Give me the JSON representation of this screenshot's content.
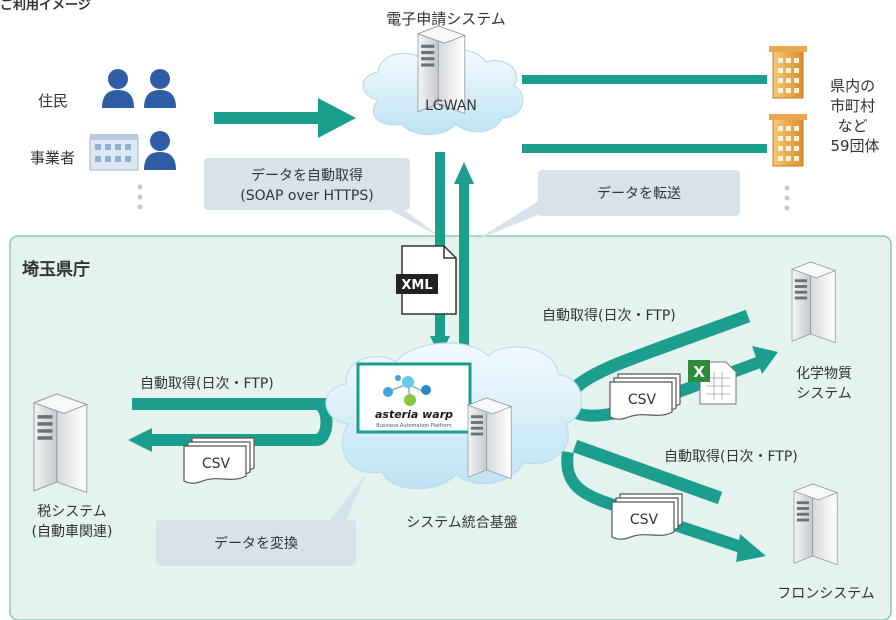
{
  "header": {
    "title": "ご利用イメージ"
  },
  "labels": {
    "e_application": "電子申請システム",
    "lgwan": "LGWAN",
    "residents": "住民",
    "businesses": "事業者",
    "municipalities": [
      "県内の",
      "市町村",
      "など",
      "59団体"
    ],
    "fetch_data": [
      "データを自動取得",
      "(SOAP over HTTPS)"
    ],
    "transfer_data": "データを転送",
    "prefecture": "埼玉県庁",
    "xml": "XML",
    "auto_ftp_left": "自動取得(日次・FTP)",
    "auto_ftp_chem": "自動取得(日次・FTP)",
    "auto_ftp_freon": "自動取得(日次・FTP)",
    "csv": "CSV",
    "tax_system": [
      "税システム",
      "(自動車関連)"
    ],
    "integration": "システム統合基盤",
    "convert_data": "データを変換",
    "chemical_system": [
      "化学物質",
      "システム"
    ],
    "freon_system": "フロンシステム",
    "asteria_logo": "asteria warp",
    "asteria_tagline": "Business Automation Platform",
    "excel_glyph": "X"
  },
  "colors": {
    "teal": "#1b9e8e",
    "prefecture_bg": "#e5f3ee",
    "prefecture_border": "#8fc7b3",
    "callout": "#d8e2ea",
    "person_blue": "#2e5da6",
    "building_orange": "#f2b860"
  }
}
